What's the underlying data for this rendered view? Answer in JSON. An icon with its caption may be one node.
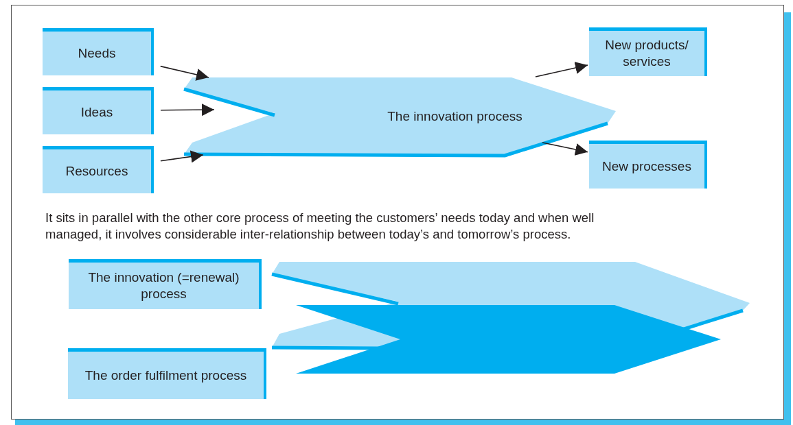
{
  "diagram": {
    "nodes": [
      {
        "text": [
          "Needs"
        ]
      },
      {
        "text": [
          "Ideas"
        ]
      },
      {
        "text": [
          "Resources"
        ]
      },
      {
        "text": [
          "The innovation process"
        ]
      },
      {
        "text": [
          "New products/ services"
        ]
      },
      {
        "text": [
          "New processes"
        ]
      },
      {
        "text": [
          "The innovation (=renewal) process"
        ]
      },
      {
        "text": [
          "The order fulfilment process"
        ]
      },
      {
        "text": [],
        "shape": "arrow"
      },
      {
        "text": [],
        "shape": "arrow"
      }
    ],
    "edges": [
      {
        "from": 0,
        "to": 3,
        "arrow": "to"
      },
      {
        "from": 1,
        "to": 3,
        "arrow": "to"
      },
      {
        "from": 2,
        "to": 3,
        "arrow": "to"
      },
      {
        "from": 3,
        "to": 4,
        "arrow": "to"
      },
      {
        "from": 3,
        "to": 5,
        "arrow": "to"
      }
    ],
    "labels": [
      "It sits in parallel with the other core process of meeting the customers’ needs today and when well managed, it involves considerable inter-relationship between today’s and tomorrow’s process."
    ]
  }
}
